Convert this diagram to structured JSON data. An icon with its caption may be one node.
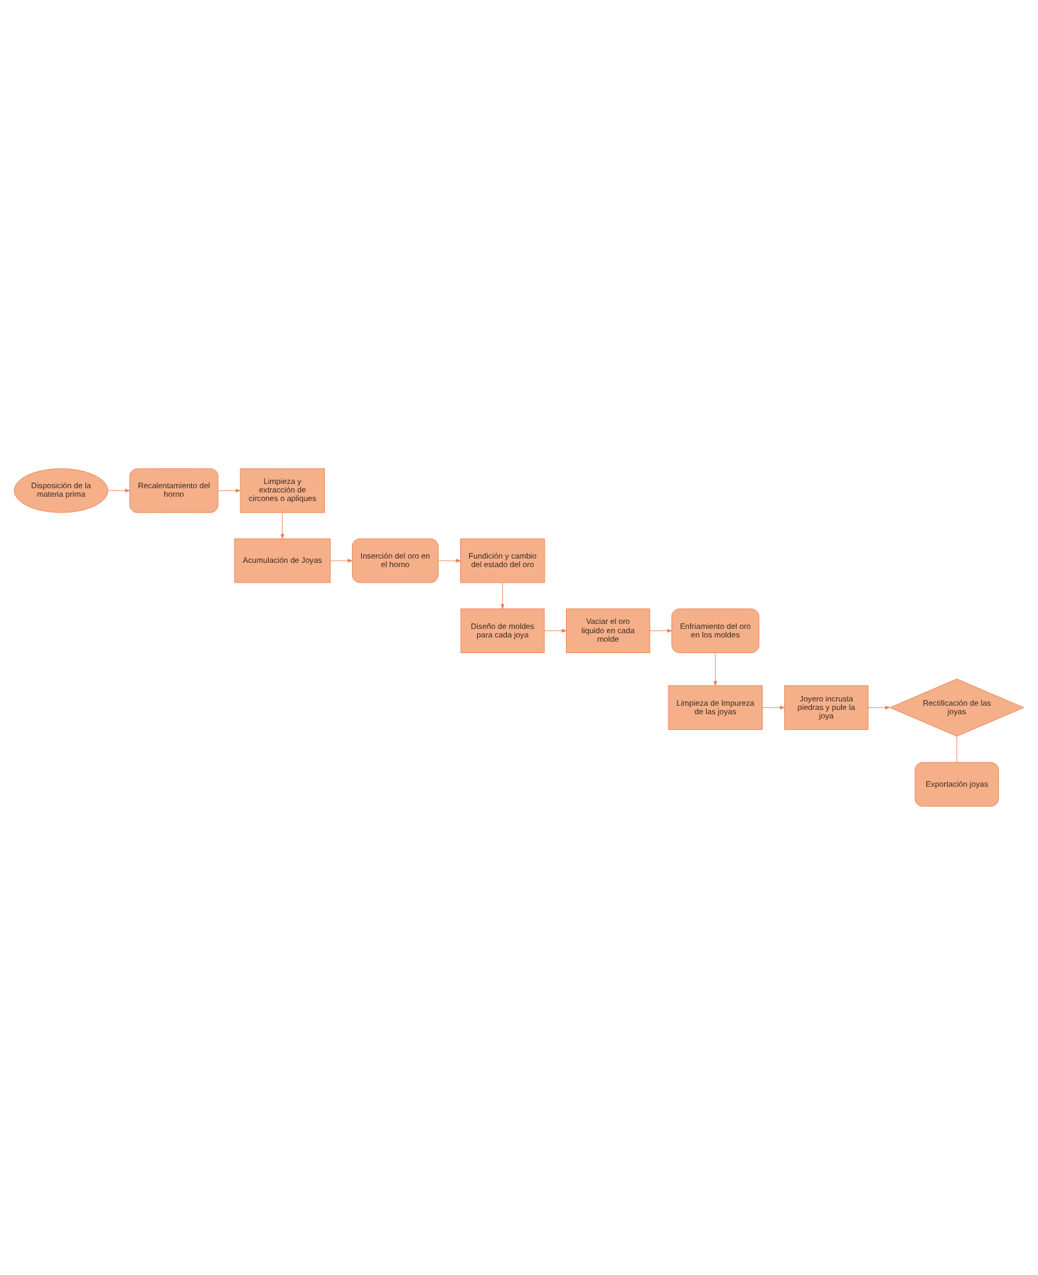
{
  "diagram": {
    "nodes": [
      {
        "text": [
          "Disposición de la materia prima"
        ]
      },
      {
        "text": [
          "Recalentamiento del horno"
        ]
      },
      {
        "text": [
          "Limpieza y extracción de circones o apliques"
        ]
      },
      {
        "text": [
          "Acumulación de Joyas"
        ]
      },
      {
        "text": [
          "Inserción del oro en el horno"
        ]
      },
      {
        "text": [
          "Fundición y cambio del estado del oro"
        ]
      },
      {
        "text": [
          "Diseño de moldes para cada joya"
        ]
      },
      {
        "text": [
          "Vaciar el oro liquido en cada molde"
        ]
      },
      {
        "text": [
          "Enfriamiento del oro en los moldes"
        ]
      },
      {
        "text": [
          "Limpieza de Impureza de las joyas"
        ]
      },
      {
        "text": [
          "Joyero incrusta piedras y pule la joya"
        ]
      },
      {
        "text": [
          "Rectificación de las joyas"
        ]
      },
      {
        "text": [
          "Exportación joyas"
        ]
      }
    ],
    "edges": [
      {
        "from": 0,
        "to": 1,
        "arrow": "to"
      },
      {
        "from": 1,
        "to": 2,
        "arrow": "to"
      },
      {
        "from": 2,
        "to": 3,
        "arrow": "to"
      },
      {
        "from": 3,
        "to": 4,
        "arrow": "to"
      },
      {
        "from": 4,
        "to": 5,
        "arrow": "to"
      },
      {
        "from": 5,
        "to": 6,
        "arrow": "to"
      },
      {
        "from": 6,
        "to": 7,
        "arrow": "to"
      },
      {
        "from": 7,
        "to": 8,
        "arrow": "to"
      },
      {
        "from": 8,
        "to": 9,
        "arrow": "to"
      },
      {
        "from": 9,
        "to": 10,
        "arrow": "to"
      },
      {
        "from": 10,
        "to": 11,
        "arrow": "to"
      },
      {
        "from": 11,
        "to": 12,
        "arrow": "none"
      }
    ]
  }
}
